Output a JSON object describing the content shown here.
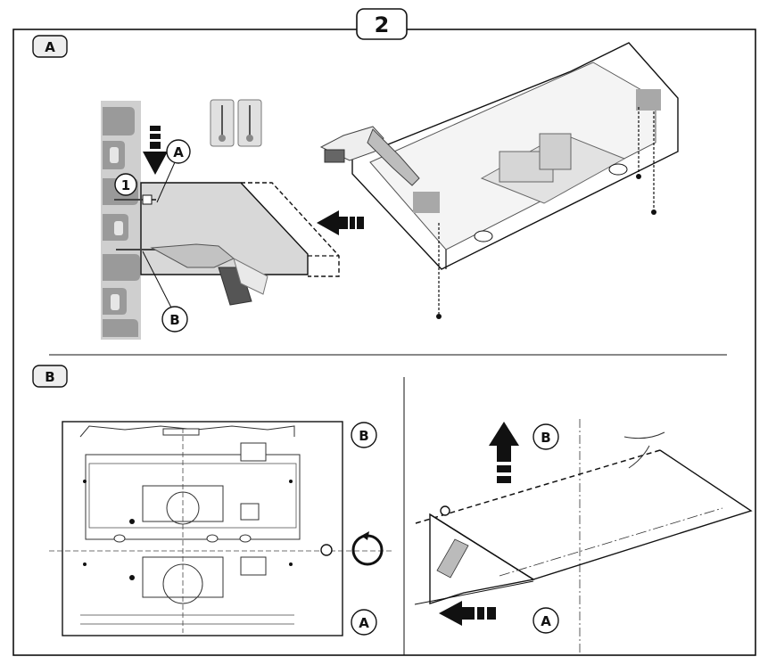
{
  "step_number": "2",
  "sections": {
    "a": {
      "tag": "A"
    },
    "b": {
      "tag": "B"
    }
  },
  "callouts": {
    "wall_screw_number": "1",
    "top_left_upper": "A",
    "top_left_lower": "B",
    "template_upper": "B",
    "template_lower": "A",
    "tilt_upper": "B",
    "tilt_lower": "A"
  }
}
